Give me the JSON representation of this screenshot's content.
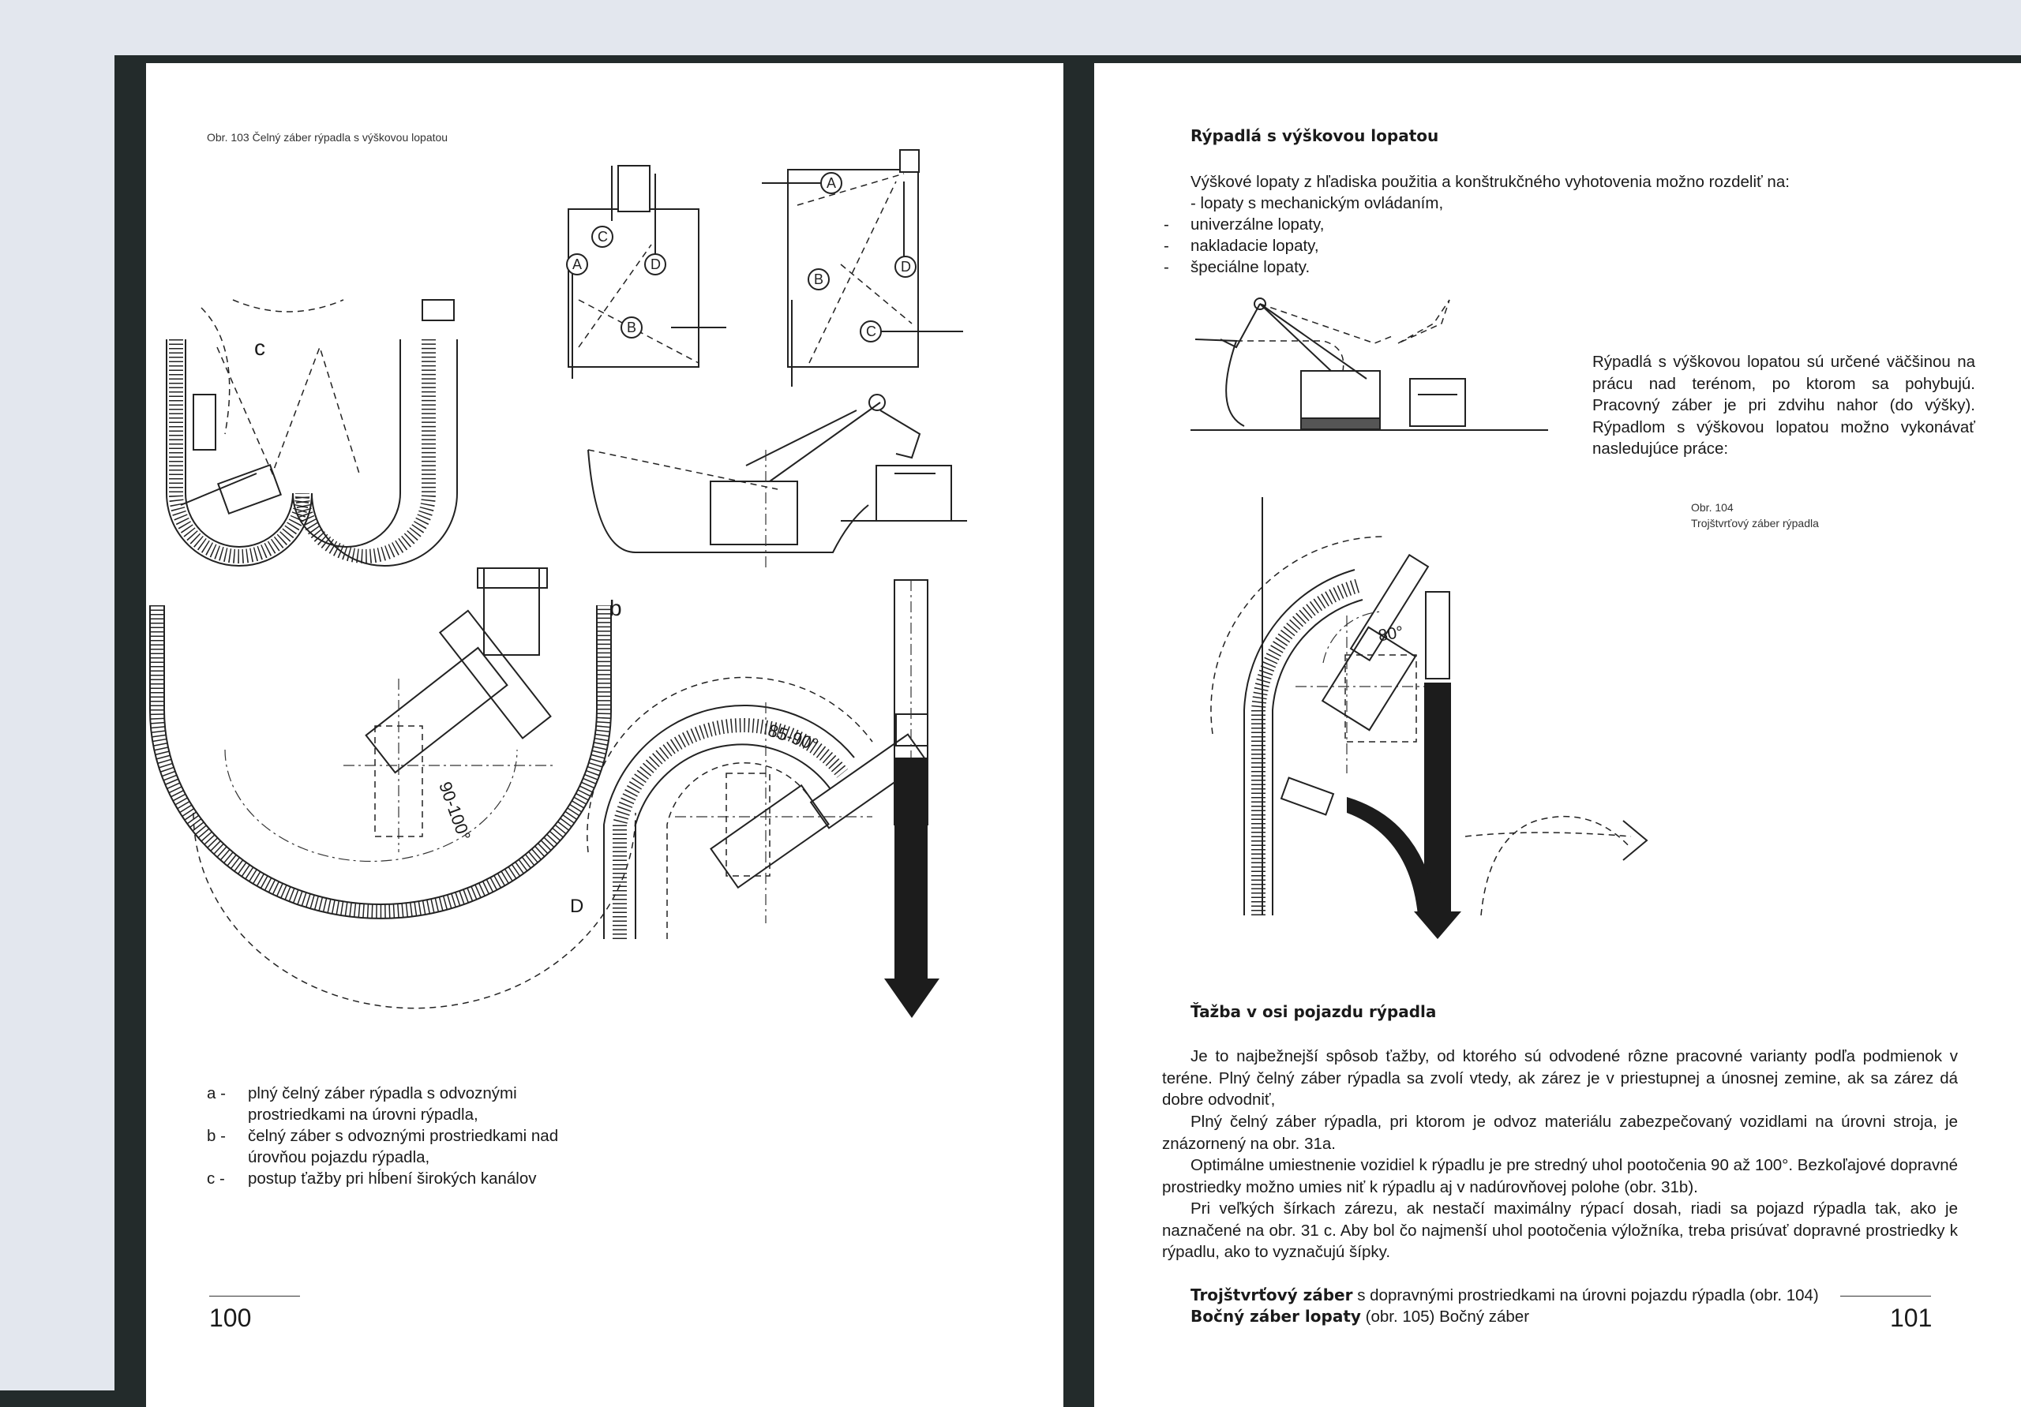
{
  "left_page": {
    "figure_caption": "Obr. 103 Čelný záber rýpadla s výškovou lopatou",
    "figure_labels": {
      "c": "c",
      "b": "b",
      "d": "D",
      "angle_a": "90-100°",
      "angle_b": "85-90°"
    },
    "bubble_labels": [
      "A",
      "B",
      "C",
      "D"
    ],
    "legend": [
      {
        "marker": "a -",
        "text": "plný čelný záber rýpadla s odvoznými prostriedkami na úrovni rýpadla,"
      },
      {
        "marker": "b -",
        "text": "čelný záber s odvoznými prostriedkami nad úrovňou pojazdu rýpadla,"
      },
      {
        "marker": "c -",
        "text": "postup ťažby pri hĺbení širokých kanálov"
      }
    ],
    "page_number": "100"
  },
  "right_page": {
    "heading1": "Rýpadlá s výškovou lopatou",
    "intro": "Výškové lopaty z hľadiska použitia a konštrukčného vyhotovenia možno rozdeliť na:",
    "list": [
      {
        "marker": "",
        "text": "- lopaty s mechanickým ovládaním,"
      },
      {
        "marker": "-",
        "text": "univerzálne lopaty,"
      },
      {
        "marker": "-",
        "text": "nakladacie lopaty,"
      },
      {
        "marker": "-",
        "text": "špeciálne lopaty."
      }
    ],
    "side_text": "Rýpadlá s výškovou lopatou sú určené väčšinou na prácu nad terénom, po ktorom sa pohybujú. Pracovný záber je pri zdvihu nahor (do výšky). Rýpadlom s výškovou lopatou možno vykonávať nasledujúce práce:",
    "fig104_caption_line1": "Obr. 104",
    "fig104_caption_line2": "Trojštvrťový záber rýpadla",
    "fig104_angle": "80°",
    "heading2": "Ťažba v osi pojazdu rýpadla",
    "paragraphs": [
      "Je to najbežnejší spôsob ťažby, od ktorého sú odvodené rôzne pracovné varianty podľa podmienok v teréne. Plný čelný záber rýpadla sa zvolí vtedy, ak zárez je v priestupnej a únosnej zemine, ak sa zárez dá dobre odvodniť,",
      "Plný čelný záber rýpadla, pri ktorom je odvoz materiálu zabezpečovaný vozidlami na úrovni stroja, je znázornený na obr. 31a.",
      "Optimálne umiestnenie vozidiel k rýpadlu je pre stredný uhol pootočenia 90 až 100°. Bezkoľajové dopravné prostriedky možno umies niť k rýpadlu aj v nadúrovňovej polohe (obr. 31b).",
      "Pri veľkých šírkach zárezu, ak nestačí maximálny rýpací dosah, riadi sa pojazd rýpadla tak, ako je naznačené na obr. 31 c. Aby bol čo najmenší uhol pootočenia výložníka, treba prisúvať dopravné prostriedky k rýpadlu, ako to vyznačujú šípky."
    ],
    "summary1_bold": "Trojštvrťový záber",
    "summary1_rest": " s dopravnými prostriedkami na úrovni pojazdu rýpadla (obr. 104)",
    "summary2_bold": "Bočný záber lopaty",
    "summary2_rest": " (obr. 105) Bočný záber",
    "page_number": "101"
  },
  "colors": {
    "page": "#ffffff",
    "binding": "#232b2b",
    "scan_background": "#e3e7ee",
    "ink": "#1a1a1a"
  }
}
